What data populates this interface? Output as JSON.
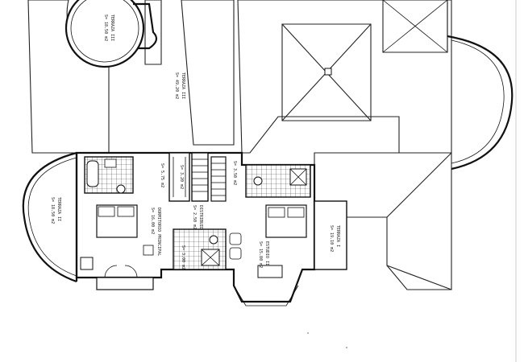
{
  "plan": {
    "rooms": [
      {
        "id": "terraza-iii-round",
        "name": "TERRAZA III",
        "area": "S= 18.50 m2"
      },
      {
        "id": "terraza-iii",
        "name": "TERRAZA III",
        "area": "S= 49.20 m2"
      },
      {
        "id": "terraza-ii",
        "name": "TERRAZA II",
        "area": "S= 18.50 m2"
      },
      {
        "id": "dormitorio-principal",
        "name": "DORMITORIO PRINCIPAL",
        "area": "S= 16.00 m2"
      },
      {
        "id": "bano-1",
        "name": "",
        "area": "S= 5.75 m2"
      },
      {
        "id": "vestidor",
        "name": "",
        "area": "S= 3.20 m2"
      },
      {
        "id": "distribuidor",
        "name": "",
        "area": "S= 3.50 m2"
      },
      {
        "id": "pasillo",
        "name": "DISTRIBUIDOR",
        "area": "S= 2.50 m2"
      },
      {
        "id": "bano-2",
        "name": "",
        "area": "S= 3.00 m2"
      },
      {
        "id": "estudio",
        "name": "ESTUDIO II",
        "area": "S= 15.80 m2"
      },
      {
        "id": "terraza-i",
        "name": "TERRAZA I",
        "area": "S= 19.10 m2"
      }
    ],
    "colors": {
      "line": "#111111",
      "hatch": "#333333",
      "paper": "#ffffff"
    }
  }
}
